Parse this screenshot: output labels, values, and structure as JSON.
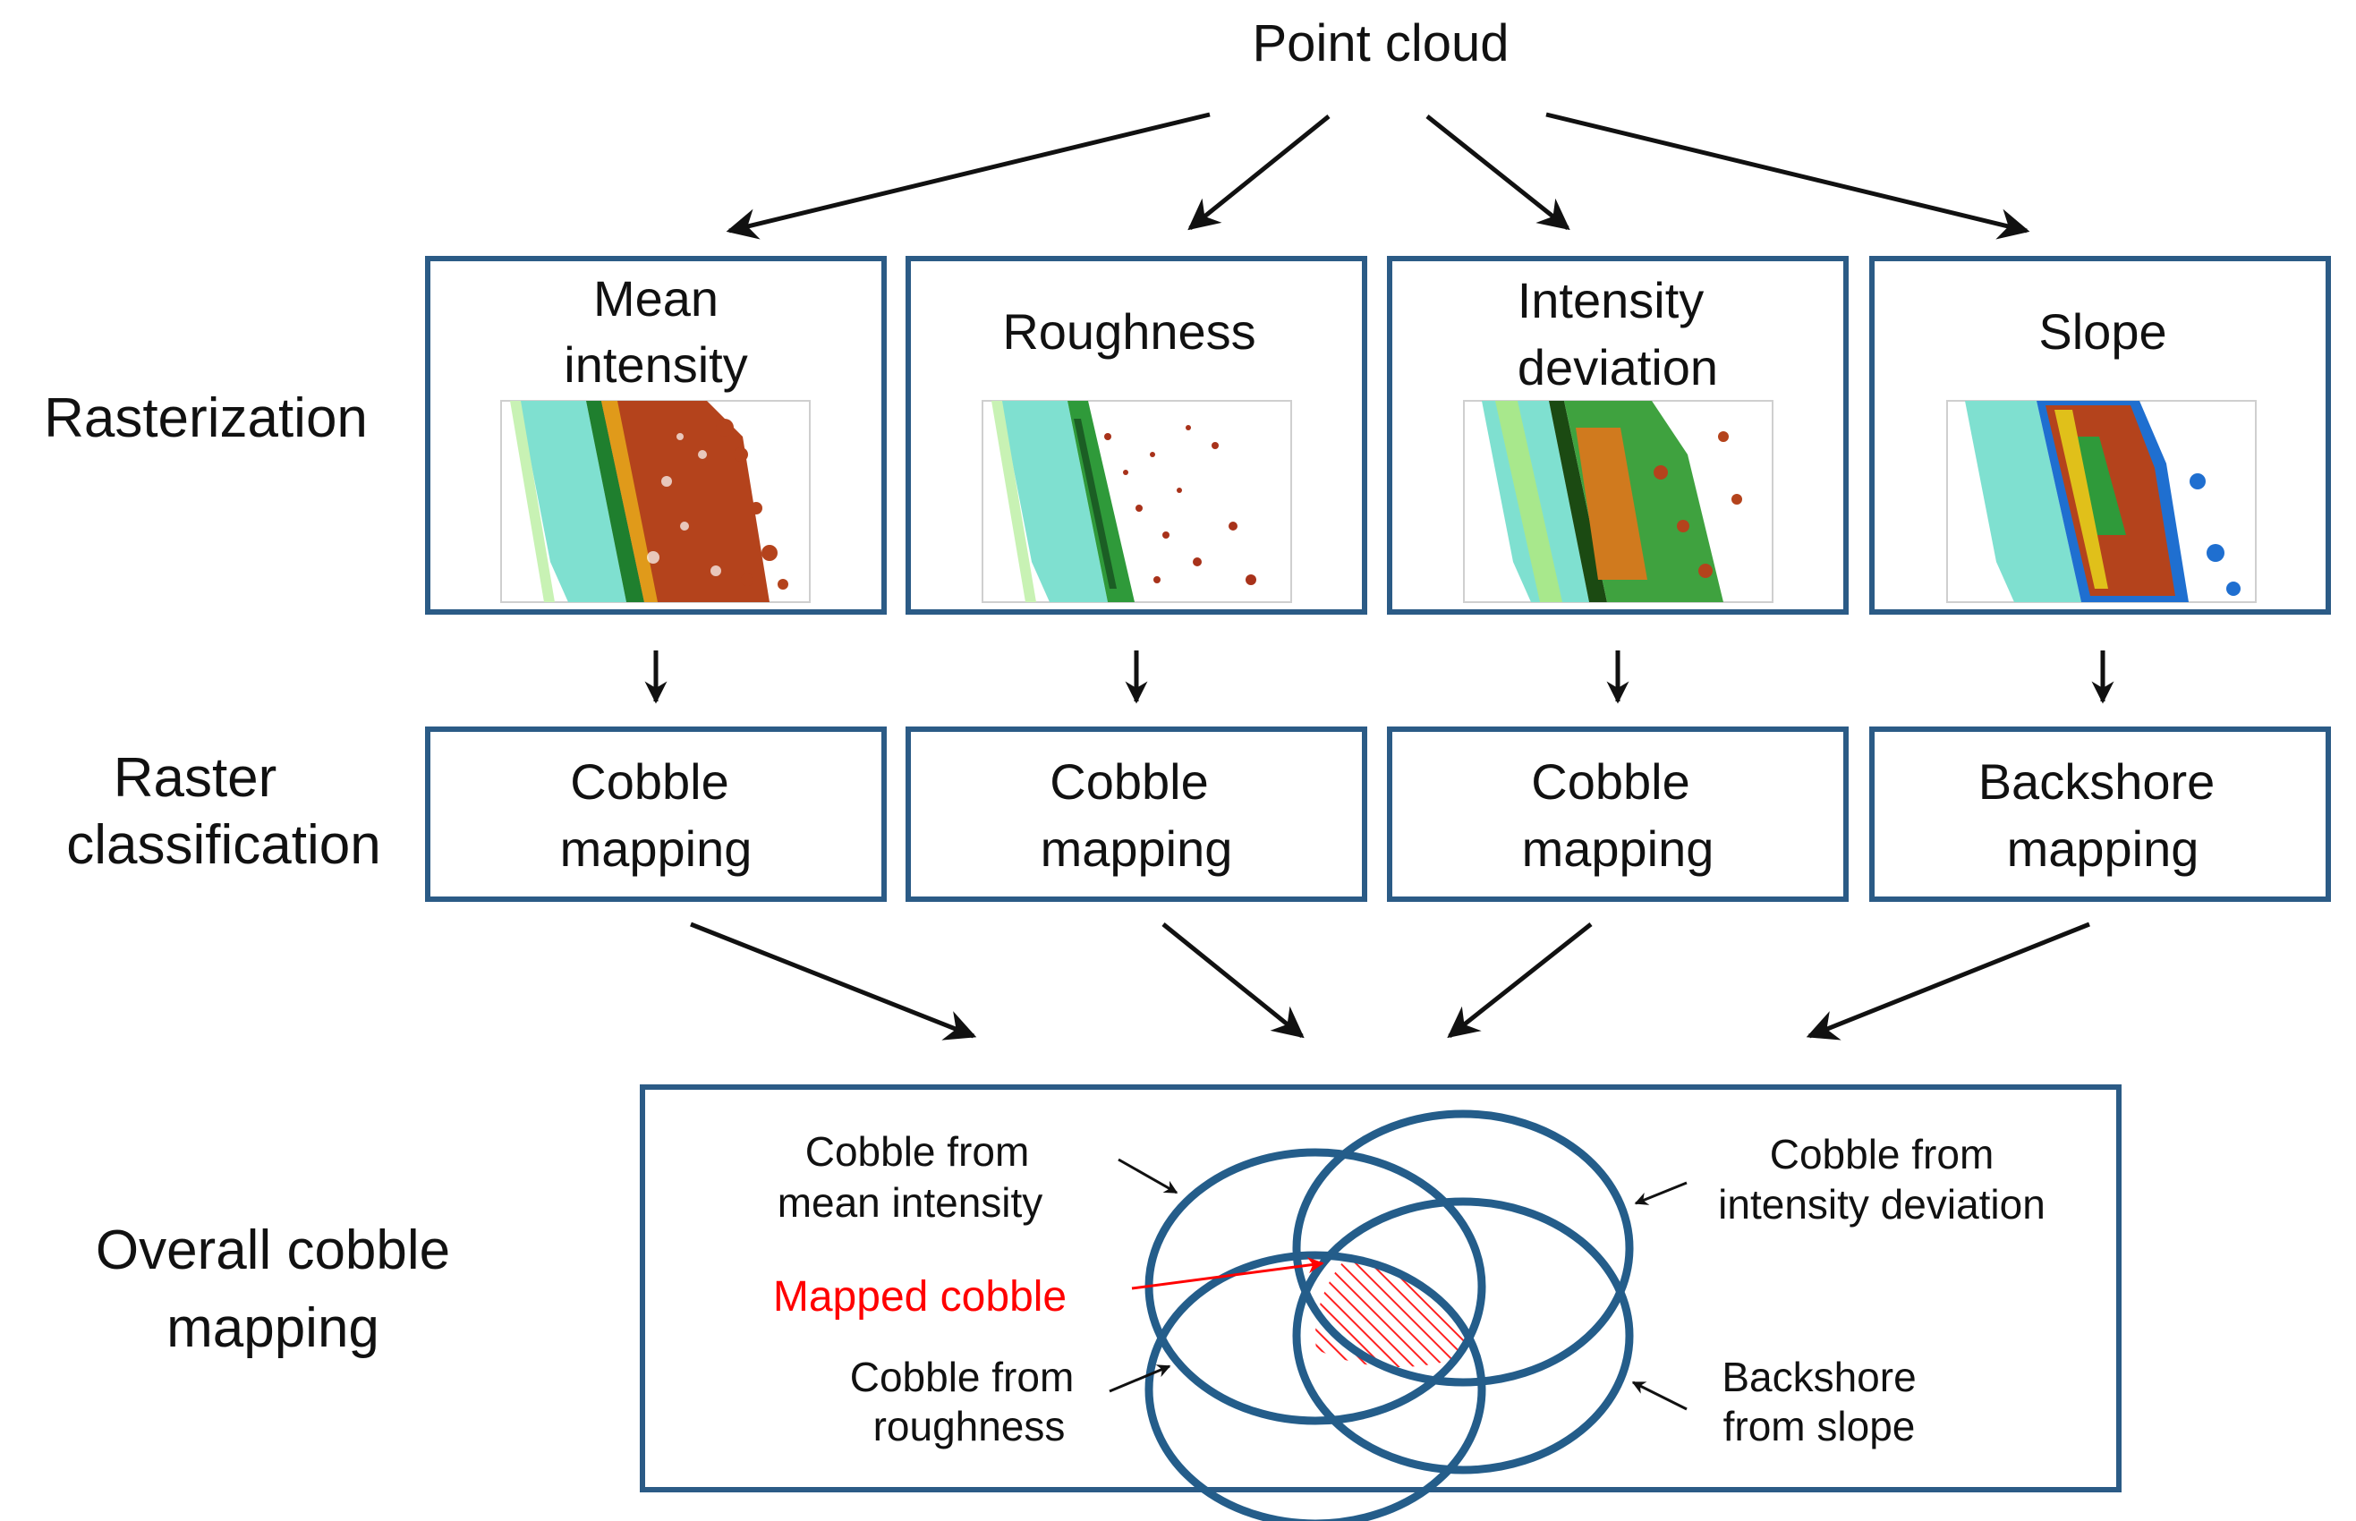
{
  "title": "Point cloud",
  "rows": {
    "rasterization": "Rasterization",
    "classification": [
      "Raster",
      "classification"
    ],
    "overall": [
      "Overall cobble",
      "mapping"
    ]
  },
  "rasters": [
    {
      "name": [
        "Mean",
        "intensity"
      ],
      "classification": [
        "Cobble",
        "mapping"
      ]
    },
    {
      "name": [
        "Roughness"
      ],
      "classification": [
        "Cobble",
        "mapping"
      ]
    },
    {
      "name": [
        "Intensity",
        "deviation"
      ],
      "classification": [
        "Cobble",
        "mapping"
      ]
    },
    {
      "name": [
        "Slope"
      ],
      "classification": [
        "Backshore",
        "mapping"
      ]
    }
  ],
  "venn": {
    "mean_intensity": [
      "Cobble from",
      "mean intensity"
    ],
    "intensity_deviation": [
      "Cobble from",
      "intensity deviation"
    ],
    "roughness": [
      "Cobble from",
      "roughness"
    ],
    "slope": [
      "Backshore",
      "from slope"
    ],
    "mapped": "Mapped cobble"
  },
  "colors": {
    "box_border": "#2b5b86",
    "circle": "#245d8a",
    "mapped": "#ff0000",
    "water": "#7fe0d0",
    "vegetation": "#2f9a3a",
    "cobble": "#b4431c"
  }
}
